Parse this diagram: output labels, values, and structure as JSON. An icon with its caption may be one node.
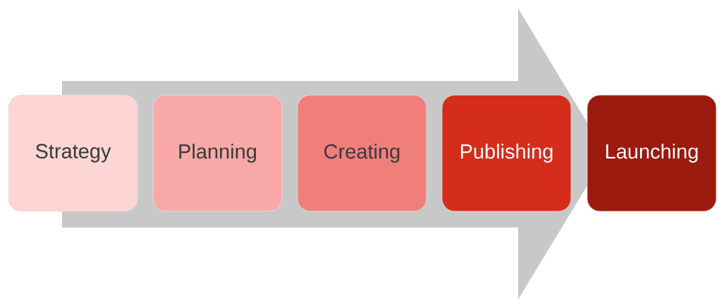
{
  "diagram": {
    "nodes": [
      {
        "text": [
          "Strategy"
        ]
      },
      {
        "text": [
          "Planning"
        ]
      },
      {
        "text": [
          "Creating"
        ]
      },
      {
        "text": [
          "Publishing"
        ]
      },
      {
        "text": [
          "Launching"
        ]
      }
    ],
    "edges": [
      {
        "from": 0,
        "to": 4,
        "arrow": "to"
      }
    ]
  }
}
